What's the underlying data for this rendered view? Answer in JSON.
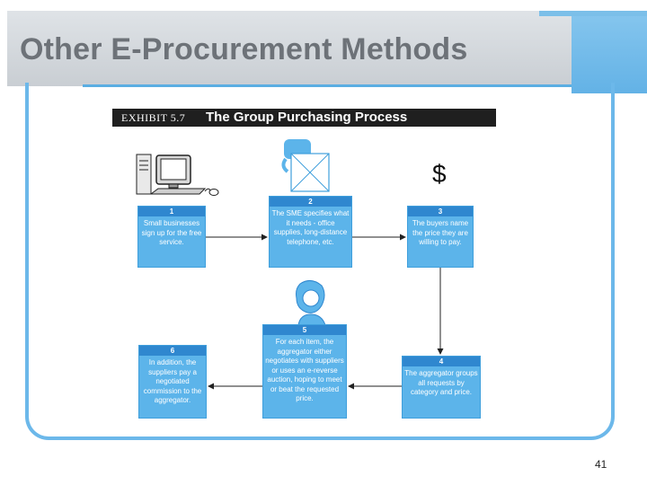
{
  "slide": {
    "title": "Other E-Procurement Methods",
    "page_number": "41"
  },
  "exhibit": {
    "number": "EXHIBIT 5.7",
    "title": "The Group Purchasing Process",
    "dollar_symbol": "$",
    "steps": [
      {
        "num": "1",
        "text": "Small businesses sign up for the free service."
      },
      {
        "num": "2",
        "text": "The SME specifies what it needs - office supplies, long-distance telephone, etc."
      },
      {
        "num": "3",
        "text": "The buyers name the price they are willing to pay."
      },
      {
        "num": "4",
        "text": "The aggregator groups all requests by category and price."
      },
      {
        "num": "5",
        "text": "For each item, the aggregator either negotiates with suppliers or uses an e-reverse auction, hoping to meet or beat the requested price."
      },
      {
        "num": "6",
        "text": "In addition, the suppliers pay a negotiated commission to the aggregator."
      }
    ]
  },
  "colors": {
    "box_fill": "#5cb4ea",
    "box_header": "#2f87cf",
    "frame_accent": "#6cb8ea"
  }
}
